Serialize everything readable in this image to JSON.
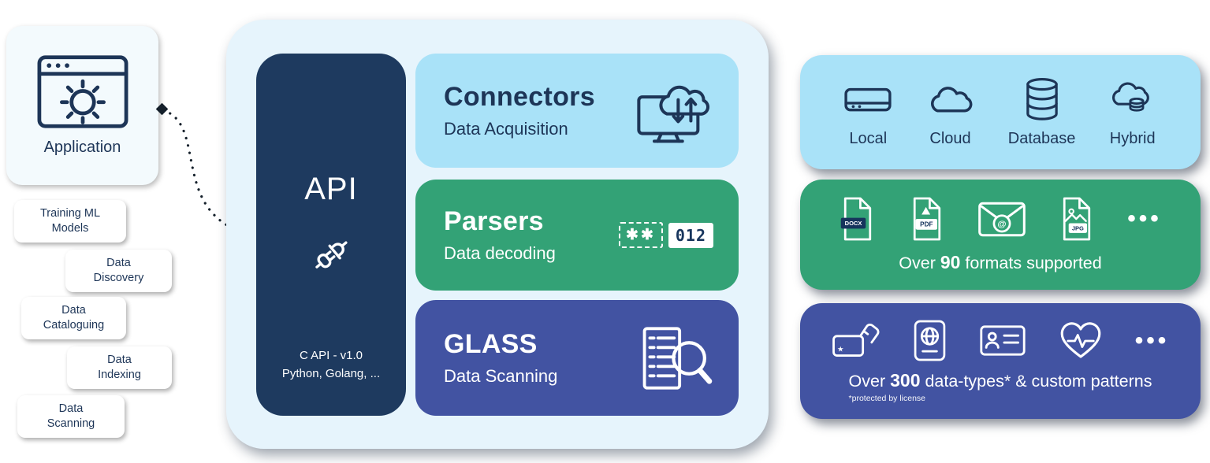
{
  "colors": {
    "navy": "#1d3557",
    "api_navy": "#1e3a5f",
    "light_blue": "#a9e2f8",
    "container_blue": "#e6f4fc",
    "green": "#33a276",
    "indigo": "#4253a2"
  },
  "left_panel": {
    "application_label": "Application",
    "use_cases": [
      "Training ML\nModels",
      "Data\nDiscovery",
      "Data\nCataloguing",
      "Data\nIndexing",
      "Data\nScanning"
    ]
  },
  "core": {
    "api": {
      "title": "API",
      "footer_line1": "C API - v1.0",
      "footer_line2": "Python, Golang, ..."
    },
    "connectors": {
      "title": "Connectors",
      "subtitle": "Data Acquisition"
    },
    "parsers": {
      "title": "Parsers",
      "subtitle": "Data decoding",
      "icon_mask": "✱✱",
      "icon_digits": "012"
    },
    "glass": {
      "title": "GLASS",
      "subtitle": "Data Scanning"
    }
  },
  "right_panel": {
    "storage": {
      "items": [
        {
          "label": "Local"
        },
        {
          "label": "Cloud"
        },
        {
          "label": "Database"
        },
        {
          "label": "Hybrid"
        }
      ]
    },
    "formats": {
      "prefix": "Over ",
      "count": "90",
      "suffix": " formats supported",
      "docx_label": "DOCX",
      "pdf_label": "PDF",
      "jpg_label": "JPG",
      "email_glyph": "@",
      "ellipsis": "•••"
    },
    "datatypes": {
      "prefix": "Over ",
      "count": "300",
      "suffix": " data-types* & custom patterns",
      "footnote": "*protected by license",
      "star_glyph": "★",
      "ellipsis": "•••"
    }
  }
}
